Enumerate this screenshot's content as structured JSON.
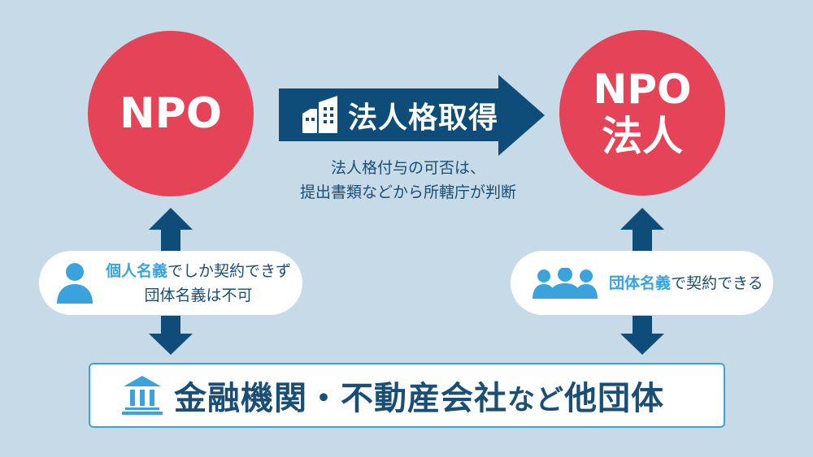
{
  "colors": {
    "background": "#c6dae7",
    "circle": "#e54458",
    "navy": "#0e4d7a",
    "text_dark": "#1a4e75",
    "accent_blue": "#3aa3dc",
    "white": "#ffffff"
  },
  "left_entity": {
    "label": "NPO"
  },
  "right_entity": {
    "line1": "NPO",
    "line2": "法人"
  },
  "process_arrow": {
    "icon": "building-icon",
    "label": "法人格取得",
    "note_line1": "法人格付与の可否は、",
    "note_line2": "提出書類などから所轄庁が判断"
  },
  "left_note": {
    "icon": "person-icon",
    "highlight": "個人名義",
    "line1_rest": "でしか契約できず",
    "line2": "団体名義は不可"
  },
  "right_note": {
    "icon": "group-icon",
    "highlight": "団体名義",
    "rest": "で契約できる"
  },
  "bottom": {
    "icon": "bank-icon",
    "main": "金融機関・不動産会社",
    "small": "など",
    "tail": "他団体"
  }
}
